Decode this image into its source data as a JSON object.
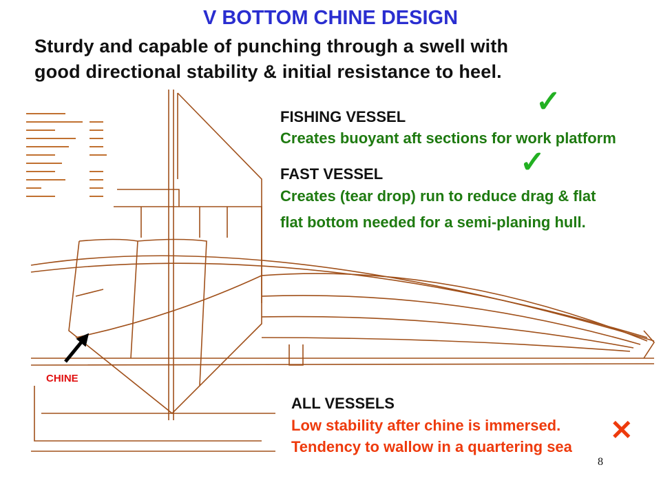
{
  "slide": {
    "title": "V BOTTOM CHINE DESIGN",
    "subtitle_lines": [
      "Sturdy and capable of punching through a swell with",
      "good directional stability & initial resistance to heel."
    ],
    "sections": [
      {
        "heading": "FISHING VESSEL",
        "lines": [
          "Creates buoyant aft sections for work platform"
        ],
        "mark": "check-icon"
      },
      {
        "heading": "FAST VESSEL",
        "lines": [
          "Creates (tear drop) run to reduce drag & flat",
          "flat bottom needed for a semi-planing hull."
        ],
        "mark": "check-icon"
      },
      {
        "heading": "ALL VESSELS",
        "lines": [
          "Low stability after chine is immersed.",
          "Tendency to wallow in a quartering sea"
        ],
        "mark": "cross-icon"
      }
    ],
    "chine_label": "CHINE",
    "page_number": "8",
    "check_glyph": "✓",
    "cross_glyph": "✕"
  },
  "colors": {
    "title": "#2a2ed0",
    "positive": "#1e7a10",
    "negative": "#ee3a0c",
    "drawing": "#a0501a",
    "check": "#22b022"
  }
}
